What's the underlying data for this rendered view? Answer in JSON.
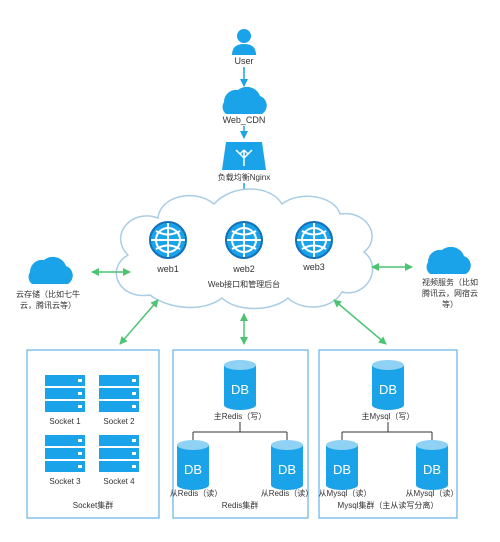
{
  "top": {
    "user_label": "User",
    "cdn_label": "Web_CDN",
    "nginx_label": "负载均衡Nginx"
  },
  "web_cloud": {
    "servers": [
      "web1",
      "web2",
      "web3"
    ],
    "caption": "Web接口和管理后台"
  },
  "left_cloud": {
    "lines": [
      "云存储（比如七牛",
      "云，腾讯云等）"
    ]
  },
  "right_cloud": {
    "lines": [
      "视频服务（比如",
      "腾讯云，网宿云",
      "等）"
    ]
  },
  "socket_cluster": {
    "servers": [
      "Socket 1",
      "Socket 2",
      "Socket 3",
      "Socket 4"
    ],
    "caption": "Socket集群"
  },
  "redis_cluster": {
    "master_db": "DB",
    "master_label": "主Redis（写）",
    "slave_db": "DB",
    "slave_labels": [
      "从Redis（读）",
      "从Redis（读）"
    ],
    "caption": "Redis集群"
  },
  "mysql_cluster": {
    "master_db": "DB",
    "master_label": "主Mysql（写）",
    "slave_db": "DB",
    "slave_labels": [
      "从Mysql（读）",
      "从Mysql（读）"
    ],
    "caption": "Mysql集群（主从读写分离）"
  },
  "colors": {
    "accent": "#1aa3e8",
    "dark_blue": "#1470b8",
    "arrow": "#4cc472",
    "box_border": "#64b4e6",
    "cloud_border": "#aacde6"
  }
}
